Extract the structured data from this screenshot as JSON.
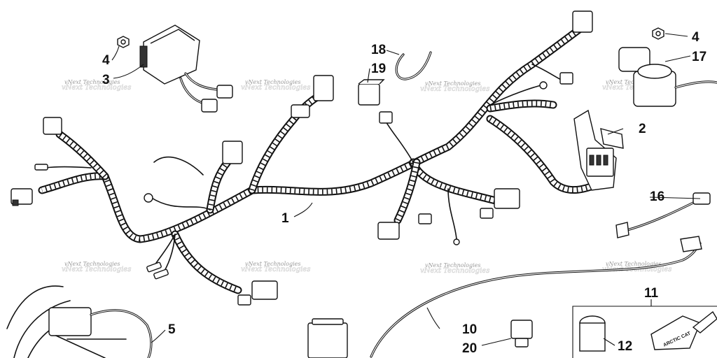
{
  "diagram": {
    "watermark_text": "vNext Technologies",
    "callouts": [
      {
        "id": "1",
        "label": "1"
      },
      {
        "id": "2",
        "label": "2"
      },
      {
        "id": "3",
        "label": "3"
      },
      {
        "id": "4a",
        "label": "4"
      },
      {
        "id": "4b",
        "label": "4"
      },
      {
        "id": "5",
        "label": "5"
      },
      {
        "id": "10",
        "label": "10"
      },
      {
        "id": "11",
        "label": "11"
      },
      {
        "id": "12",
        "label": "12"
      },
      {
        "id": "16",
        "label": "16"
      },
      {
        "id": "17",
        "label": "17"
      },
      {
        "id": "18",
        "label": "18"
      },
      {
        "id": "19",
        "label": "19"
      },
      {
        "id": "20",
        "label": "20"
      }
    ],
    "key_tag_text": "ARCTIC CAT"
  }
}
